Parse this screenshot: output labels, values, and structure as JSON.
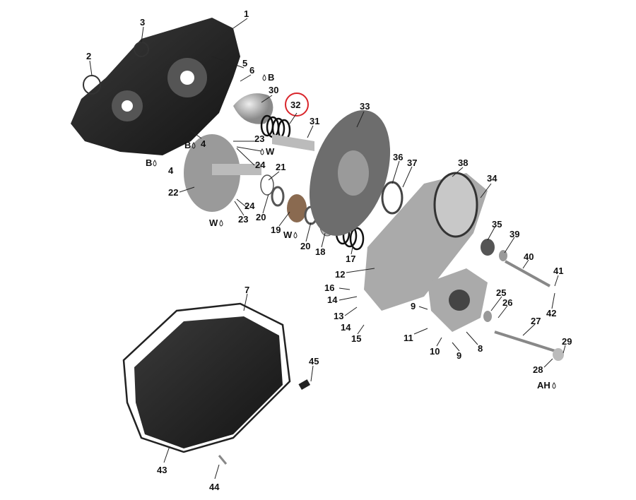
{
  "diagram": {
    "title_hidden": null,
    "highlighted_part": "32",
    "highlight_color": "#d9252b",
    "callouts": {
      "c1": "1",
      "c2": "2",
      "c3": "3",
      "c4a": "4",
      "c4b": "4",
      "c5": "5",
      "c6": "6",
      "c7": "7",
      "c8": "8",
      "c9a": "9",
      "c9b": "9",
      "c10": "10",
      "c11": "11",
      "c12": "12",
      "c13": "13",
      "c14a": "14",
      "c14b": "14",
      "c15": "15",
      "c16": "16",
      "c17": "17",
      "c18": "18",
      "c19": "19",
      "c20a": "20",
      "c20b": "20",
      "c21": "21",
      "c22": "22",
      "c23a": "23",
      "c23b": "23",
      "c24a": "24",
      "c24b": "24",
      "c25": "25",
      "c26": "26",
      "c27": "27",
      "c28": "28",
      "c29": "29",
      "c30": "30",
      "c31": "31",
      "c32": "32",
      "c33": "33",
      "c34": "34",
      "c35": "35",
      "c36": "36",
      "c37": "37",
      "c38": "38",
      "c39": "39",
      "c40": "40",
      "c41": "41",
      "c42": "42",
      "c43": "43",
      "c44": "44",
      "c45": "45"
    },
    "lubricant_marks": {
      "b1": "B",
      "b2": "B",
      "b3": "B",
      "w1": "W",
      "w2": "W",
      "w3": "W",
      "ah": "AH"
    }
  }
}
